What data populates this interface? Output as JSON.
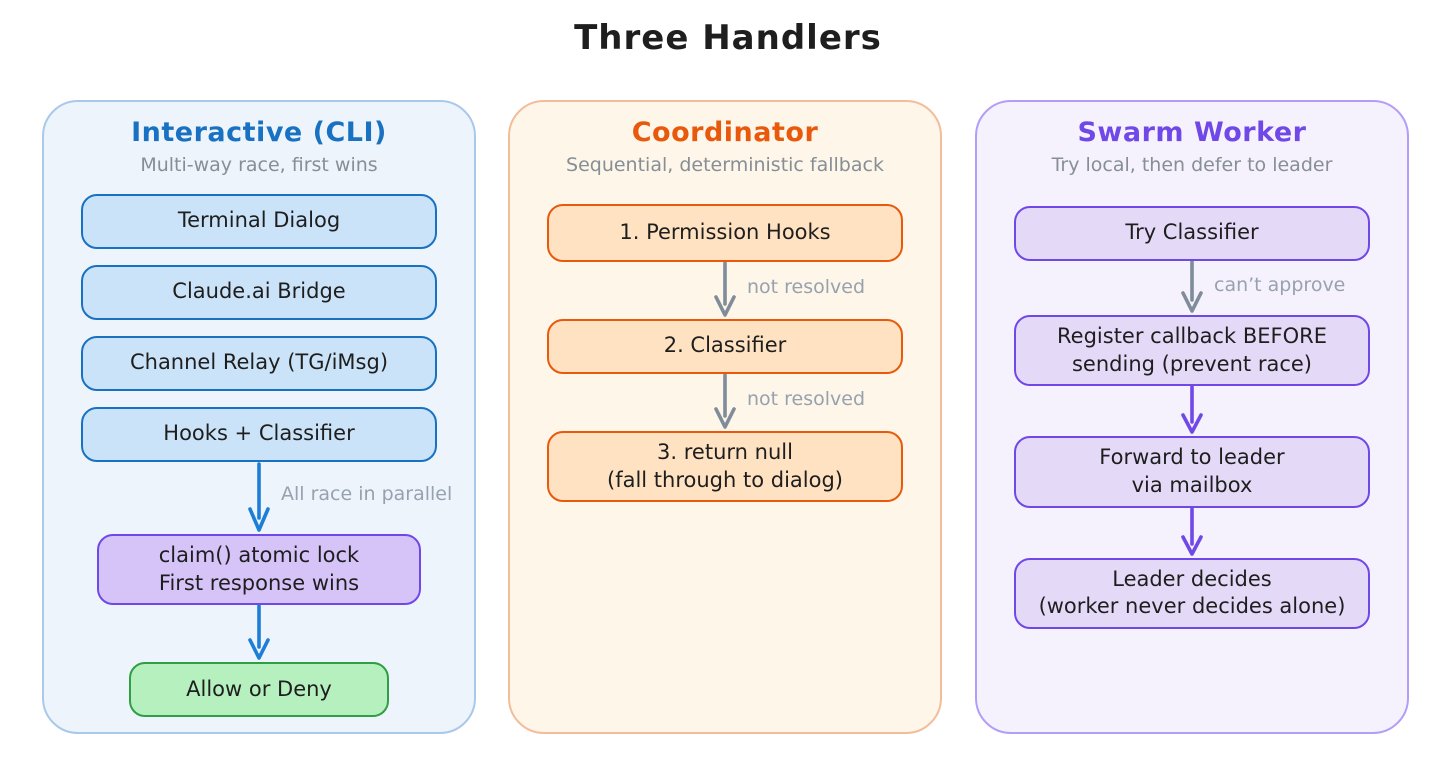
{
  "title": "Three Handlers",
  "colors": {
    "page_bg": "#ffffff",
    "node_text": "#1e1e1e",
    "subtitle_gray": "#868e96",
    "arrow_label_gray": "#98a1ae",
    "blue_arrow": "#1c7ed6",
    "gray_arrow": "#7f8c99",
    "purple_arrow": "#7048e8"
  },
  "panels": [
    {
      "title": "Interactive (CLI)",
      "subtitle": "Multi-way race, first wins",
      "accent": "#1971c2",
      "panel_bg": "#edf4fb",
      "panel_border": "#a9c8ea",
      "node_bg": "#cbe3f8",
      "node_border": "#1971c2",
      "nodes": [
        "Terminal Dialog",
        "Claude.ai Bridge",
        "Channel Relay (TG/iMsg)",
        "Hooks + Classifier"
      ],
      "arrow_label": "All race in parallel",
      "claim_node": "claim() atomic lock\nFirst response wins",
      "claim_bg": "#d6c4f9",
      "claim_border": "#7048e8",
      "result_node": "Allow or Deny",
      "result_bg": "#b6f0bf",
      "result_border": "#2f9e44"
    },
    {
      "title": "Coordinator",
      "subtitle": "Sequential, deterministic fallback",
      "accent": "#e8590c",
      "panel_bg": "#fdf6e9",
      "panel_border": "#f3bd9a",
      "node_bg": "#ffe2c2",
      "node_border": "#e8590c",
      "nodes": [
        "1. Permission Hooks",
        "2. Classifier",
        "3. return null\n(fall through to dialog)"
      ],
      "arrow_labels": [
        "not resolved",
        "not resolved"
      ]
    },
    {
      "title": "Swarm Worker",
      "subtitle": "Try local, then defer to leader",
      "accent": "#7048e8",
      "panel_bg": "#f5f2fd",
      "panel_border": "#b49df6",
      "node_bg": "#e4daf8",
      "node_border": "#7048e8",
      "nodes": [
        "Try Classifier",
        "Register callback BEFORE\nsending (prevent race)",
        "Forward to leader\nvia mailbox",
        "Leader decides\n(worker never decides alone)"
      ],
      "arrow_label": "can’t approve"
    }
  ]
}
